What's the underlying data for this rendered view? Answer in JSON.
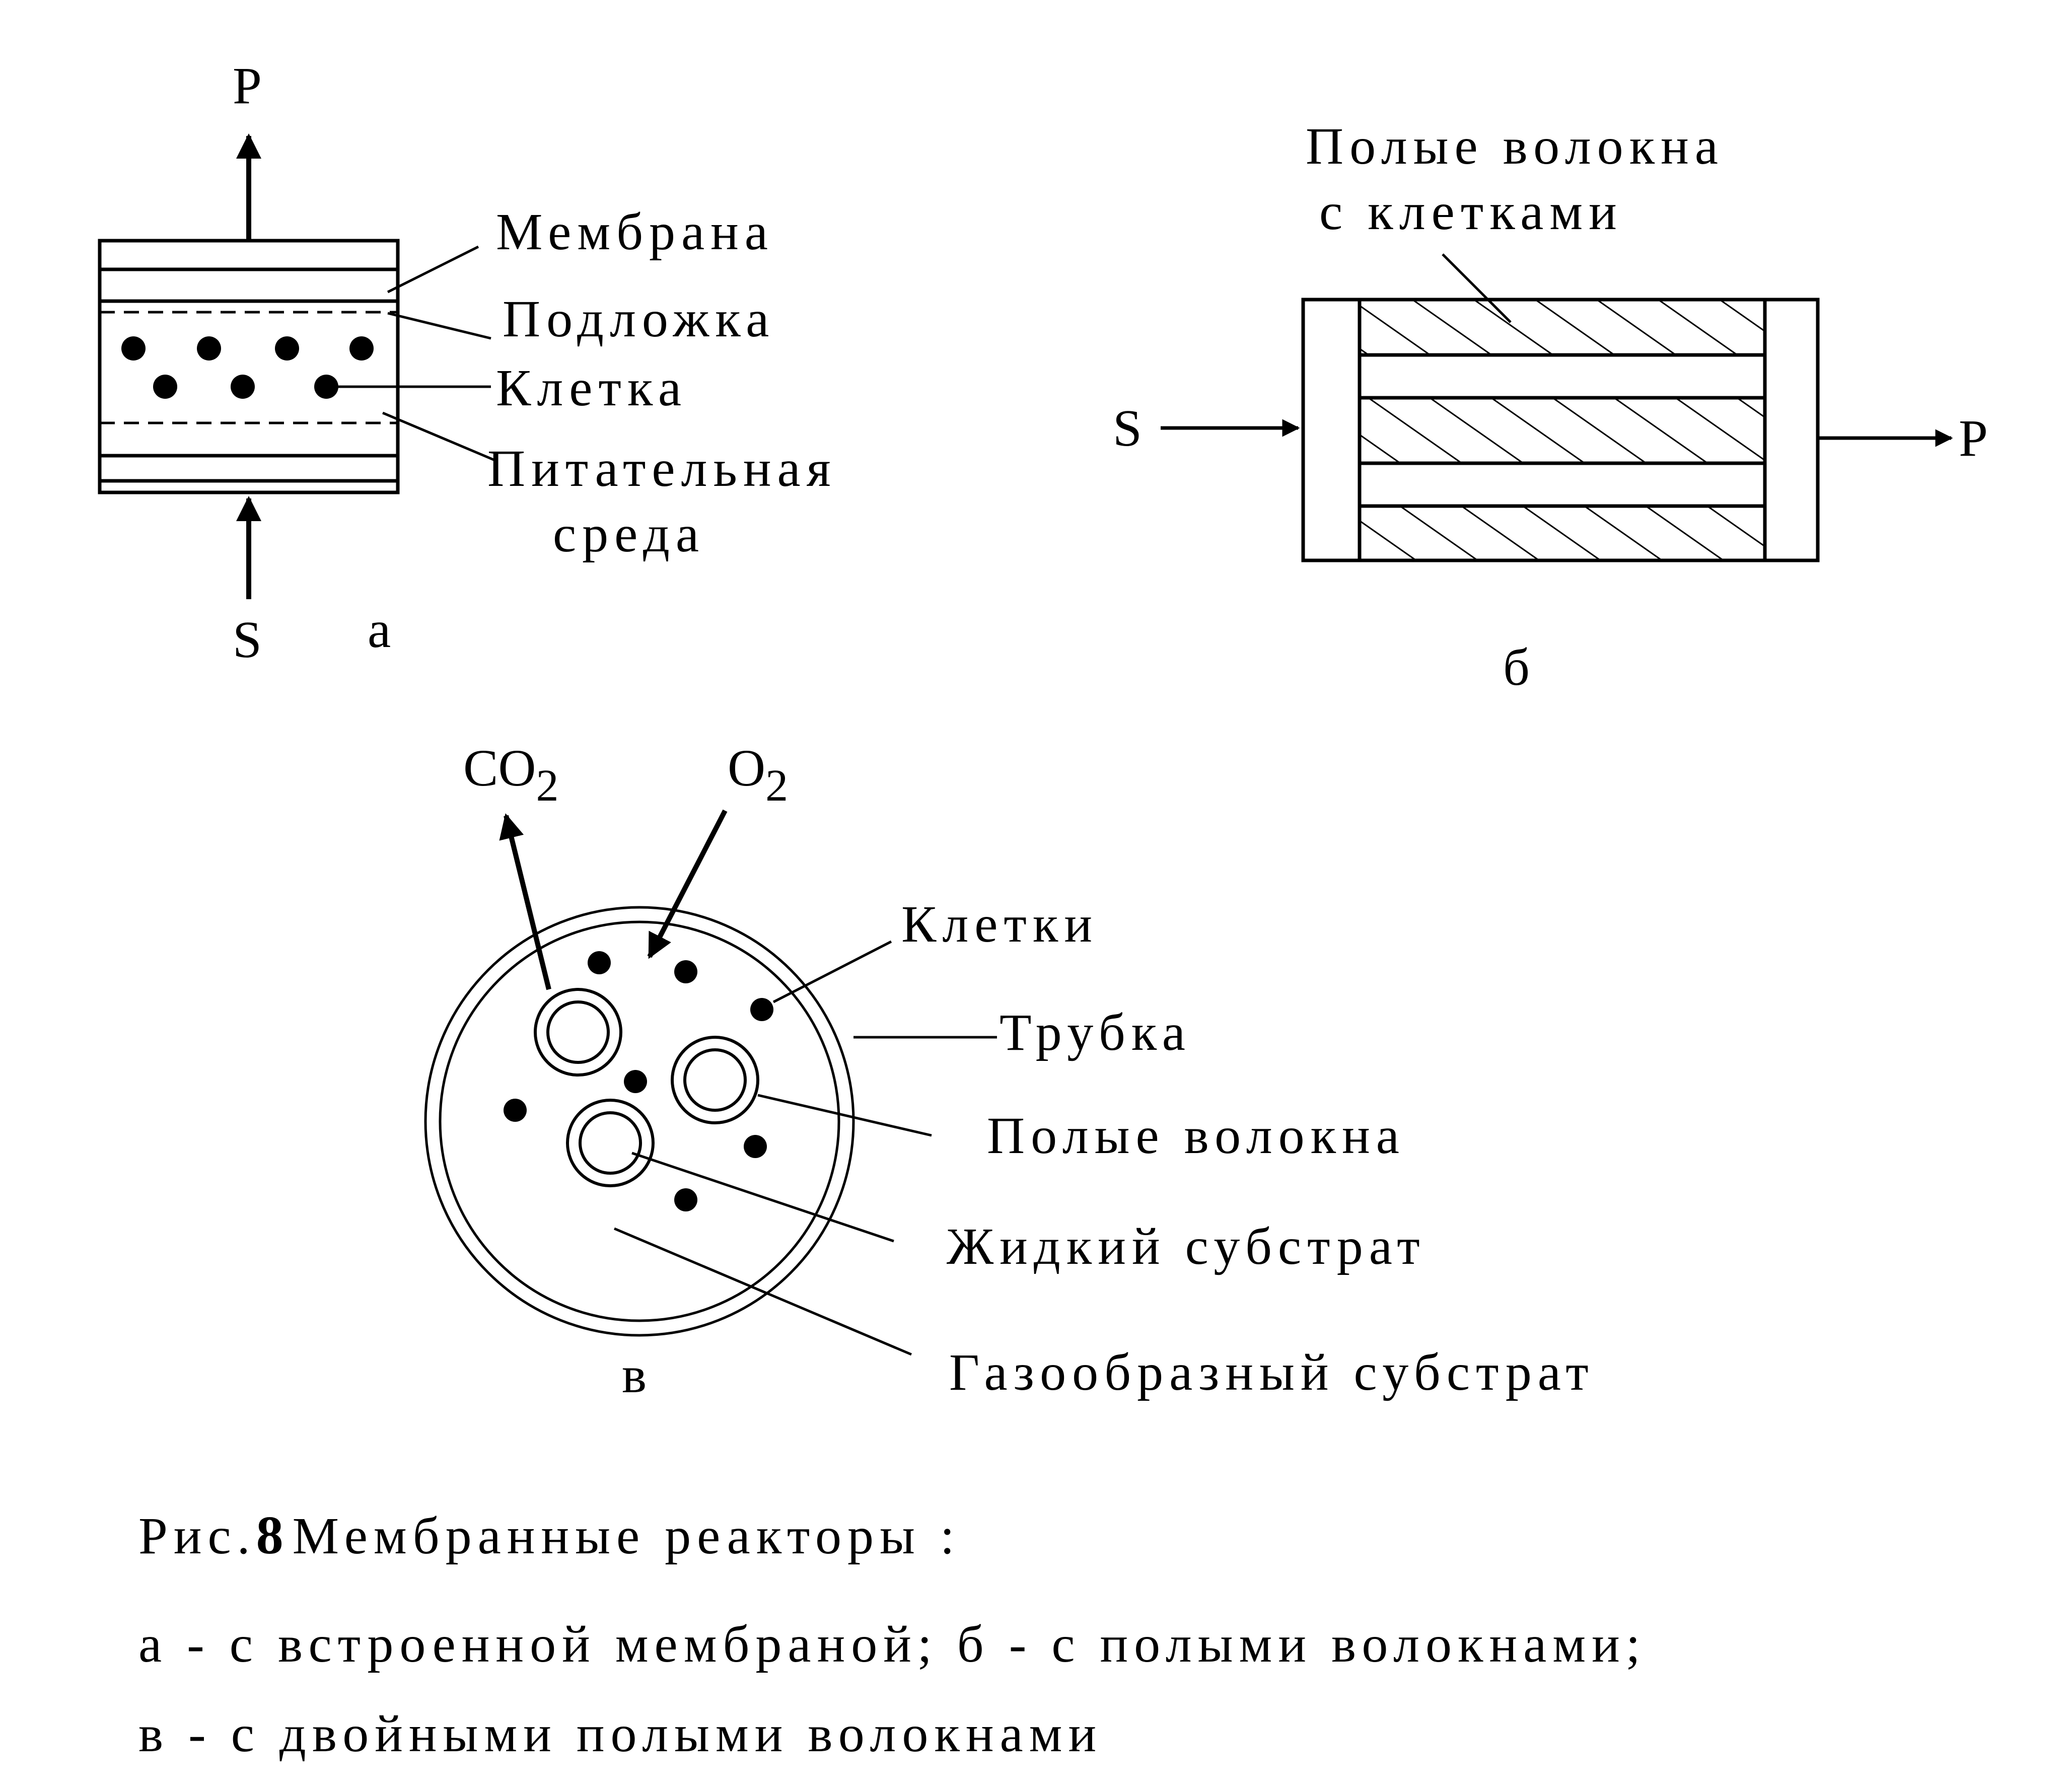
{
  "panel_a": {
    "product": "P",
    "substrate": "S",
    "letter": "а",
    "labels": {
      "membrane": "Мембрана",
      "support": "Подложка",
      "cell": "Клетка",
      "medium_line1": "Питательная",
      "medium_line2": "среда"
    }
  },
  "panel_b": {
    "substrate": "S",
    "product": "P",
    "letter": "б",
    "labels": {
      "fibers_line1": "Полые волокна",
      "fibers_line2": "с клетками"
    }
  },
  "panel_c": {
    "co2_base": "CO",
    "co2_sub": "2",
    "o2_base": "O",
    "o2_sub": "2",
    "letter": "в",
    "labels": {
      "cells": "Клетки",
      "tube": "Трубка",
      "hollow_fibers": "Полые волокна",
      "liquid_substrate": "Жидкий субстрат",
      "gas_substrate": "Газообразный субстрат"
    }
  },
  "caption": {
    "prefix": "Рис.",
    "number": "8",
    "title": "Мембранные реакторы :",
    "line2": "а - с встроенной мембраной; б - с полыми волокнами;",
    "line3": "в - с двойными полыми волокнами"
  }
}
